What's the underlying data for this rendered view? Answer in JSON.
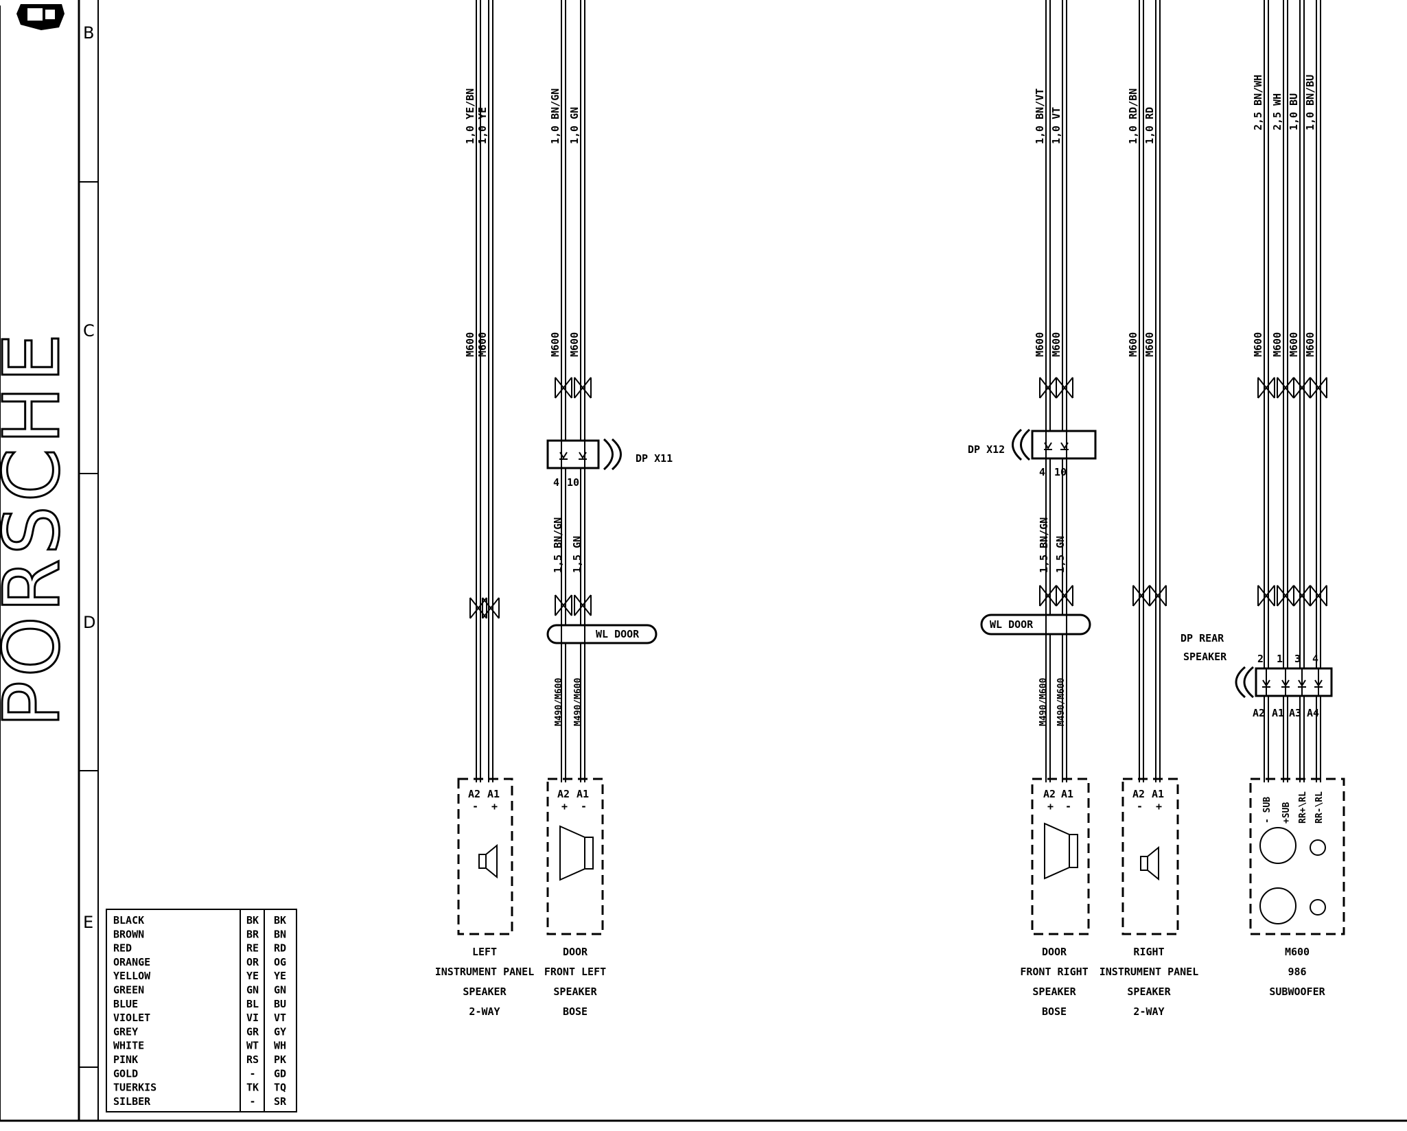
{
  "brand": "PORSCHE",
  "row_labels": [
    "B",
    "C",
    "D",
    "E"
  ],
  "wires": {
    "w1": "1,0 YE/BN",
    "w2": "1,0 YE",
    "w3": "1,0 BN/GN",
    "w4": "1,0 GN",
    "w5": "1,0 BN/VT",
    "w6": "1,0 VT",
    "w7": "1,0 RD/BN",
    "w8": "1,0 RD",
    "w9": "2,5 BN/WH",
    "w10": "2,5 WH",
    "w11": "1,0 BU",
    "w12": "1,0 BN/BU",
    "m600": "M600",
    "door_l1": "1,5 BN/GN",
    "door_l2": "1,5 GN",
    "door_r1": "1,5 BN/GN",
    "door_r2": "1,5 GN",
    "m490": "M490/M600"
  },
  "connectors": {
    "dpx11": "DP X11",
    "dpx12": "DP X12",
    "pin4": "4",
    "pin10": "10",
    "wl_door": "WL DOOR",
    "dp_rear_1": "DP REAR",
    "dp_rear_2": "SPEAKER",
    "rear_pins": [
      "2",
      "1",
      "3",
      "4"
    ],
    "sub_pins": [
      "A2",
      "A1",
      "A3",
      "A4"
    ]
  },
  "components": {
    "pin_a2": "A2",
    "pin_a1": "A1",
    "minus": "-",
    "plus": "+",
    "left_ip": [
      "LEFT",
      "INSTRUMENT PANEL",
      "SPEAKER",
      "2-WAY"
    ],
    "door_fl": [
      "DOOR",
      "FRONT LEFT",
      "SPEAKER",
      "BOSE"
    ],
    "door_fr": [
      "DOOR",
      "FRONT RIGHT",
      "SPEAKER",
      "BOSE"
    ],
    "right_ip": [
      "RIGHT",
      "INSTRUMENT PANEL",
      "SPEAKER",
      "2-WAY"
    ],
    "sub": [
      "M600",
      "986",
      "SUBWOOFER"
    ],
    "sub_terms": [
      "- SUB",
      "+SUB",
      "RR+\\RL",
      "RR-\\RL"
    ]
  },
  "legend": [
    [
      "BLACK",
      "BK",
      "BK"
    ],
    [
      "BROWN",
      "BR",
      "BN"
    ],
    [
      "RED",
      "RE",
      "RD"
    ],
    [
      "ORANGE",
      "OR",
      "OG"
    ],
    [
      "YELLOW",
      "YE",
      "YE"
    ],
    [
      "GREEN",
      "GN",
      "GN"
    ],
    [
      "BLUE",
      "BL",
      "BU"
    ],
    [
      "VIOLET",
      "VI",
      "VT"
    ],
    [
      "GREY",
      "GR",
      "GY"
    ],
    [
      "WHITE",
      "WT",
      "WH"
    ],
    [
      "PINK",
      "RS",
      "PK"
    ],
    [
      "GOLD",
      "-",
      "GD"
    ],
    [
      "TUERKIS",
      "TK",
      "TQ"
    ],
    [
      "SILBER",
      "-",
      "SR"
    ]
  ]
}
